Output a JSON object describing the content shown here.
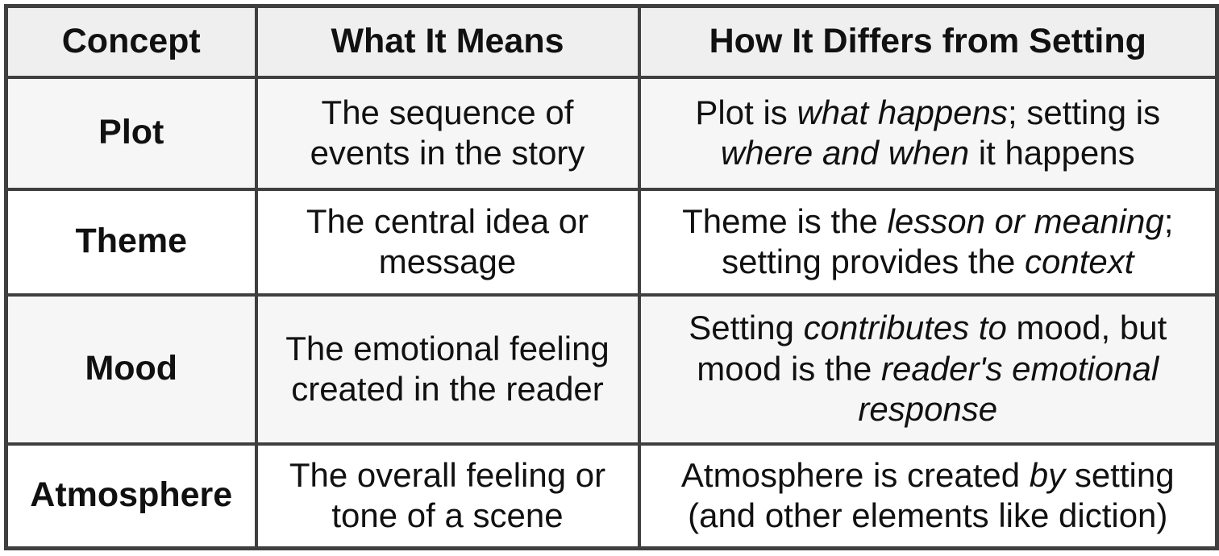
{
  "style": {
    "border_color": "#3f3f3f",
    "header_bg": "#efefef",
    "row_shaded_bg": "#f6f6f6",
    "row_white_bg": "#ffffff",
    "text_color": "#111111",
    "page_bg": "#ffffff"
  },
  "table": {
    "columns": [
      "Concept",
      "What It Means",
      "How It Differs from Setting"
    ],
    "rows": [
      {
        "concept": "Plot",
        "meaning": "The sequence of events in the story",
        "difference": [
          {
            "text": "Plot is "
          },
          {
            "text": "what happens",
            "italic": true
          },
          {
            "text": "; setting is "
          },
          {
            "text": "where and when",
            "italic": true
          },
          {
            "text": " it happens"
          }
        ],
        "shaded": true
      },
      {
        "concept": "Theme",
        "meaning": "The central idea or message",
        "difference": [
          {
            "text": "Theme is the "
          },
          {
            "text": "lesson or meaning",
            "italic": true
          },
          {
            "text": "; setting provides the "
          },
          {
            "text": "context",
            "italic": true
          }
        ],
        "shaded": false
      },
      {
        "concept": "Mood",
        "meaning": "The emotional feeling created in the reader",
        "difference": [
          {
            "text": "Setting "
          },
          {
            "text": "contributes to",
            "italic": true
          },
          {
            "text": " mood, but mood is the "
          },
          {
            "text": "reader's emotional response",
            "italic": true
          }
        ],
        "shaded": true
      },
      {
        "concept": "Atmosphere",
        "meaning": "The overall feeling or tone of a scene",
        "difference": [
          {
            "text": "Atmosphere is created "
          },
          {
            "text": "by",
            "italic": true
          },
          {
            "text": " setting (and other elements like diction)"
          }
        ],
        "shaded": false
      }
    ]
  }
}
